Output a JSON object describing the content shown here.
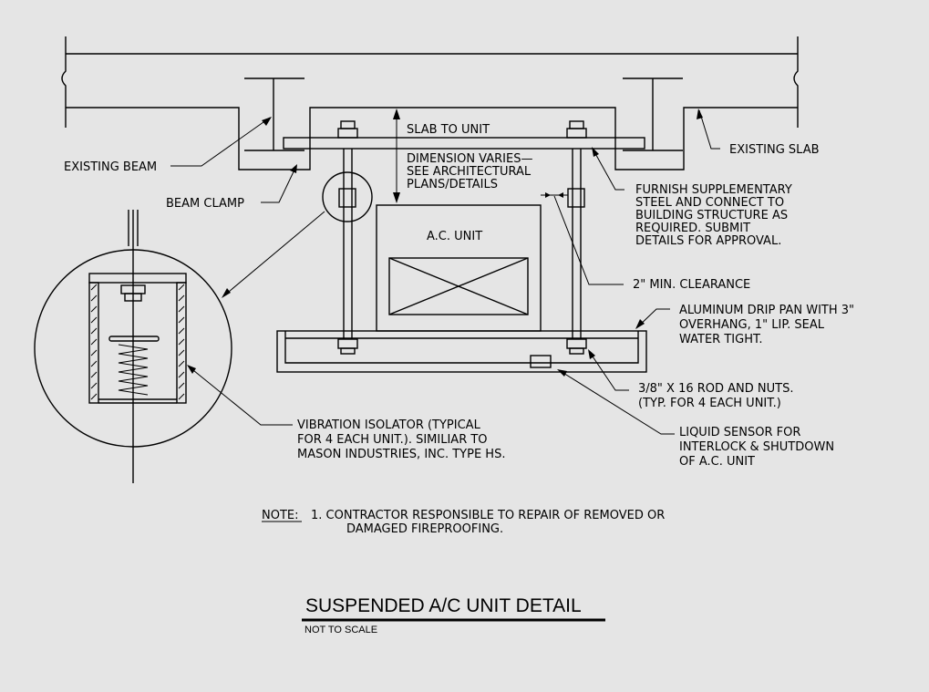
{
  "labels": {
    "existing_beam": "EXISTING BEAM",
    "beam_clamp": "BEAM CLAMP",
    "slab_to_unit": "SLAB TO UNIT",
    "dimension_varies": [
      "DIMENSION VARIES—",
      "SEE ARCHITECTURAL",
      "PLANS/DETAILS"
    ],
    "existing_slab": "EXISTING SLAB",
    "furnish_steel": [
      "FURNISH SUPPLEMENTARY",
      "STEEL AND CONNECT TO",
      "BUILDING STRUCTURE AS",
      "REQUIRED.  SUBMIT",
      "DETAILS FOR APPROVAL."
    ],
    "ac_unit": "A.C. UNIT",
    "min_clearance": "2\" MIN. CLEARANCE",
    "drip_pan": [
      "ALUMINUM DRIP PAN WITH 3\"",
      "OVERHANG, 1\" LIP. SEAL",
      "WATER TIGHT."
    ],
    "rod_nuts": [
      "3/8\" X 16 ROD AND NUTS.",
      "(TYP. FOR 4 EACH UNIT.)"
    ],
    "liquid_sensor": [
      "LIQUID SENSOR FOR",
      "INTERLOCK & SHUTDOWN",
      "OF A.C. UNIT"
    ],
    "vibration_isolator": [
      "VIBRATION ISOLATOR (TYPICAL",
      "FOR 4 EACH UNIT.). SIMILIAR TO",
      "MASON INDUSTRIES, INC. TYPE HS."
    ]
  },
  "note": {
    "label": "NOTE:",
    "line1": "1. CONTRACTOR RESPONSIBLE TO REPAIR OF REMOVED OR",
    "line2": "DAMAGED FIREPROOFING."
  },
  "title": "SUSPENDED A/C UNIT DETAIL",
  "scale": "NOT TO SCALE"
}
